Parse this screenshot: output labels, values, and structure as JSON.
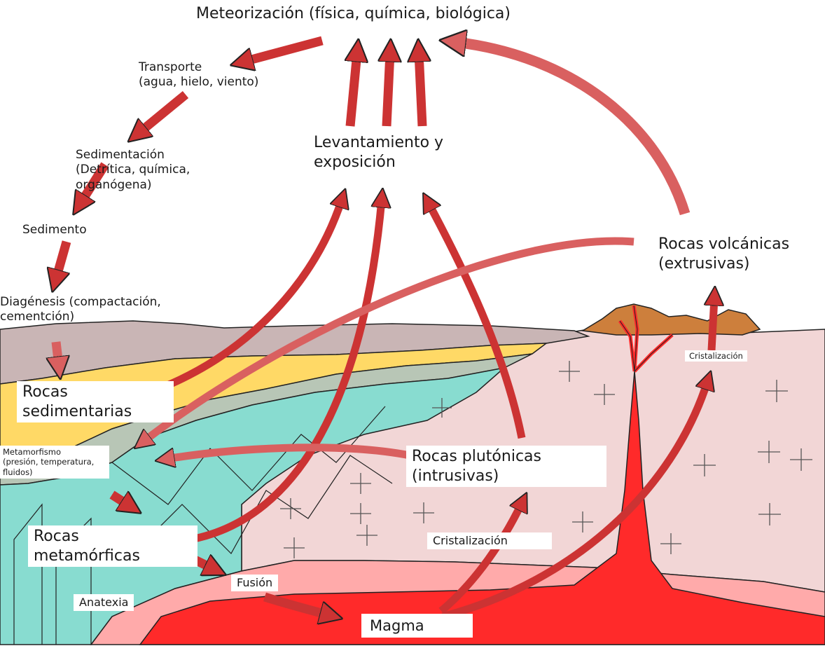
{
  "colors": {
    "arrow_fill": "#cc3333",
    "arrow_light": "#d96060",
    "sediment_gray": "#c9b5b5",
    "sediment_yellow": "#ffd966",
    "metamorphic_teal": "#88dcd0",
    "plutonic_pink": "#f2d6d6",
    "magma_red": "#ff2a2a",
    "melt_zone_pink": "#ffaaaa",
    "volcano_brown": "#cd7f3c"
  },
  "labels": {
    "weathering": "Meteorización (física, química, biológica)",
    "transport": "Transporte\n(agua, hielo, viento)",
    "sedimentation": "Sedimentación\n(Detrítica, química,\norganógena)",
    "sediment": "Sedimento",
    "diagenesis": "Diagénesis (compactación,\ncementción)",
    "uplift": "Levantamiento y\nexposición",
    "volcanic_rocks": "Rocas volcánicas\n(extrusivas)",
    "sedimentary_rocks": "Rocas\nsedimentarias",
    "metamorphism": "Metamorfismo\n(presión, temperatura,\nfluidos)",
    "plutonic_rocks": "Rocas plutónicas\n(intrusivas)",
    "metamorphic_rocks": "Rocas\nmetamórficas",
    "crystallization_plutonic": "Cristalización",
    "crystallization_volcanic": "Cristalización",
    "fusion": "Fusión",
    "anatexis": "Anatexia",
    "magma": "Magma"
  }
}
